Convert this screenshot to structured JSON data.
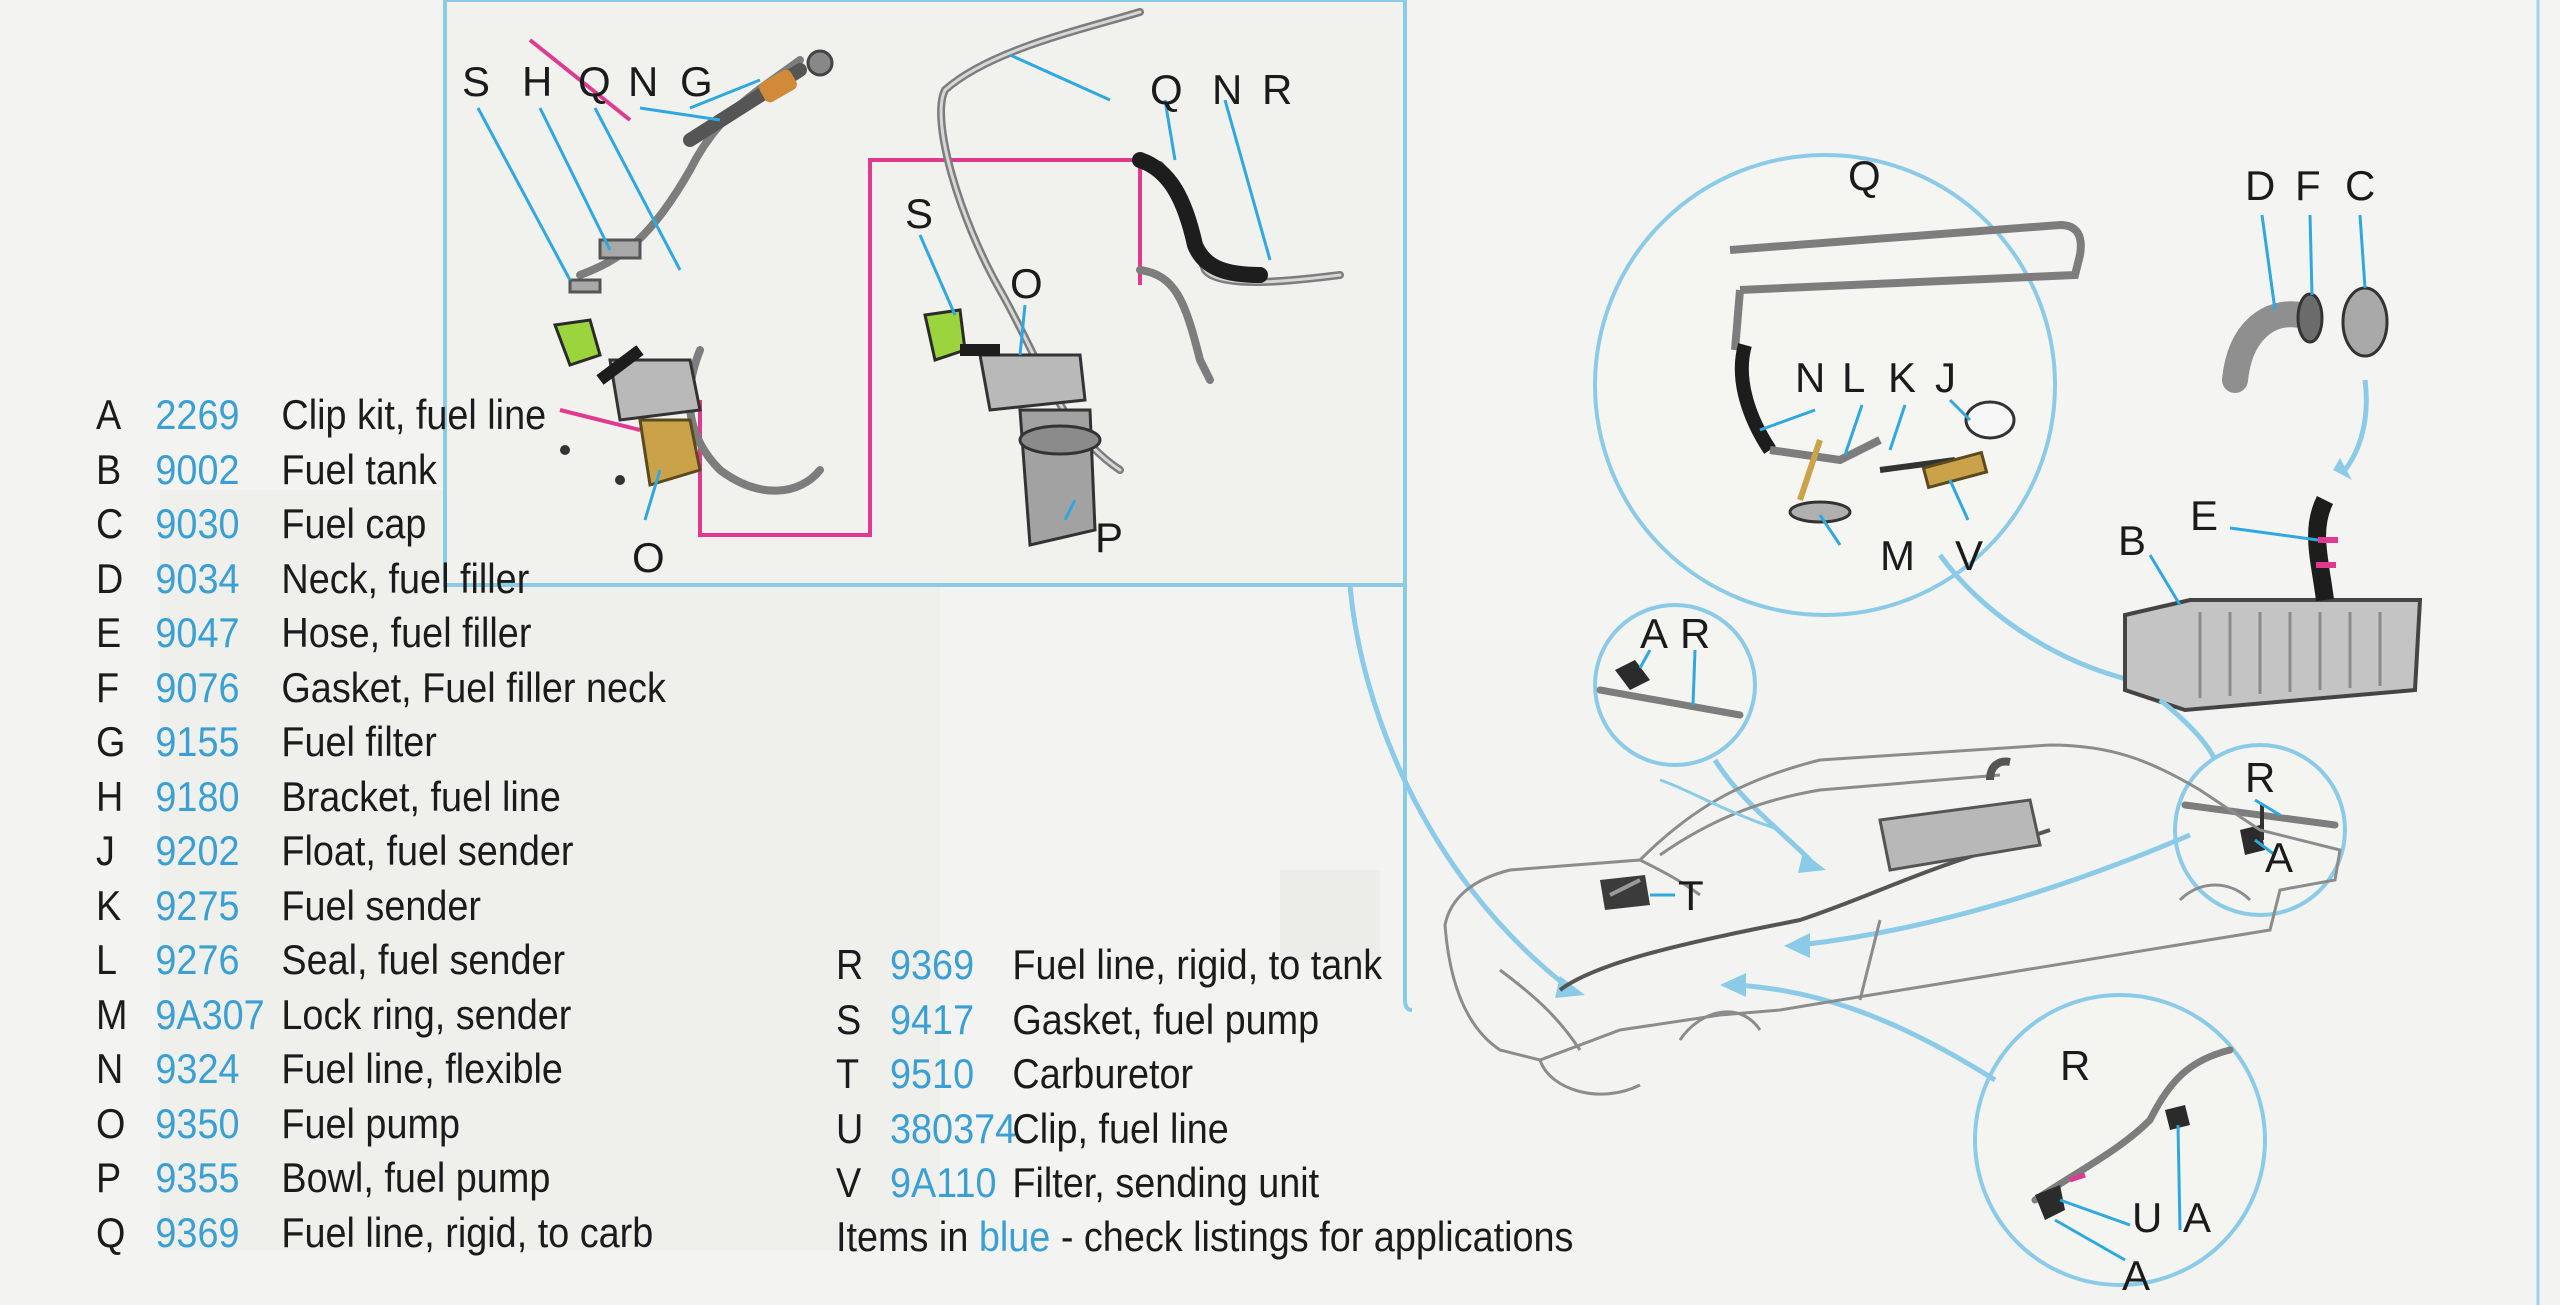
{
  "callouts": {
    "top_left": [
      "S",
      "H",
      "Q",
      "N",
      "G"
    ],
    "top_right": [
      "Q",
      "N",
      "R"
    ],
    "pump_s": "S",
    "pump_o_upper": "O",
    "pump_o_lower": "O",
    "pump_p": "P",
    "tank_q": "Q",
    "sender": [
      "N",
      "L",
      "K",
      "J"
    ],
    "sender_bottom": [
      "M",
      "V"
    ],
    "neck": [
      "D",
      "F",
      "C"
    ],
    "tank_b": "B",
    "tank_e": "E",
    "clip_ar": [
      "A",
      "R"
    ],
    "right_r": "R",
    "right_a": "A",
    "carb_t": "T",
    "bottom_r": "R",
    "bottom_ua": [
      "U",
      "A"
    ],
    "bottom_a": "A"
  },
  "parts": [
    {
      "letter": "A",
      "code": "2269",
      "desc": "Clip kit, fuel line"
    },
    {
      "letter": "B",
      "code": "9002",
      "desc": "Fuel tank"
    },
    {
      "letter": "C",
      "code": "9030",
      "desc": "Fuel cap"
    },
    {
      "letter": "D",
      "code": "9034",
      "desc": "Neck, fuel filler"
    },
    {
      "letter": "E",
      "code": "9047",
      "desc": "Hose, fuel filler"
    },
    {
      "letter": "F",
      "code": "9076",
      "desc": "Gasket, Fuel filler neck"
    },
    {
      "letter": "G",
      "code": "9155",
      "desc": "Fuel filter"
    },
    {
      "letter": "H",
      "code": "9180",
      "desc": "Bracket, fuel line"
    },
    {
      "letter": "J",
      "code": "9202",
      "desc": "Float, fuel sender"
    },
    {
      "letter": "K",
      "code": "9275",
      "desc": "Fuel sender"
    },
    {
      "letter": "L",
      "code": "9276",
      "desc": "Seal, fuel sender"
    },
    {
      "letter": "M",
      "code": "9A307",
      "desc": "Lock ring, sender"
    },
    {
      "letter": "N",
      "code": "9324",
      "desc": "Fuel line, flexible"
    },
    {
      "letter": "O",
      "code": "9350",
      "desc": "Fuel pump"
    },
    {
      "letter": "P",
      "code": "9355",
      "desc": "Bowl, fuel pump"
    },
    {
      "letter": "Q",
      "code": "9369",
      "desc": "Fuel line, rigid, to carb"
    }
  ],
  "parts2": [
    {
      "letter": "R",
      "code": "9369",
      "desc": "Fuel line, rigid, to tank"
    },
    {
      "letter": "S",
      "code": "9417",
      "desc": "Gasket, fuel pump"
    },
    {
      "letter": "T",
      "code": "9510",
      "desc": "Carburetor"
    },
    {
      "letter": "U",
      "code": "380374",
      "desc": "Clip, fuel line"
    },
    {
      "letter": "V",
      "code": "9A110",
      "desc": "Filter, sending unit"
    }
  ],
  "footnote": {
    "prefix": "Items in ",
    "blue_word": "blue",
    "suffix": " - check listings for applications"
  },
  "colors": {
    "accent_blue": "#3a9fd3",
    "leader_blue": "#2fa8e0",
    "fuel_line_magenta": "#e0398f",
    "inset_border": "#8ccbe8",
    "filter_green": "#9bd43c",
    "pump_gold": "#c9a24a"
  }
}
